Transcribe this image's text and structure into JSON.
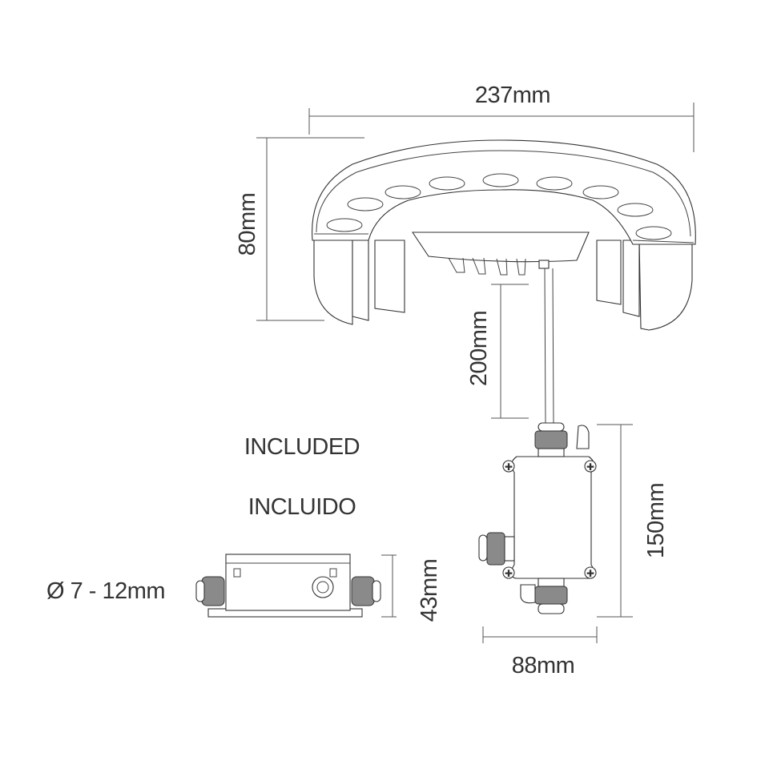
{
  "dimensions": {
    "width": "237mm",
    "height": "80mm",
    "cable_length": "200mm",
    "box_length": "150mm",
    "box_width": "88mm",
    "box_height": "43mm",
    "cable_diameter": "Ø 7 - 12mm"
  },
  "labels": {
    "included_en": "INCLUDED",
    "included_es": "INCLUIDO"
  }
}
